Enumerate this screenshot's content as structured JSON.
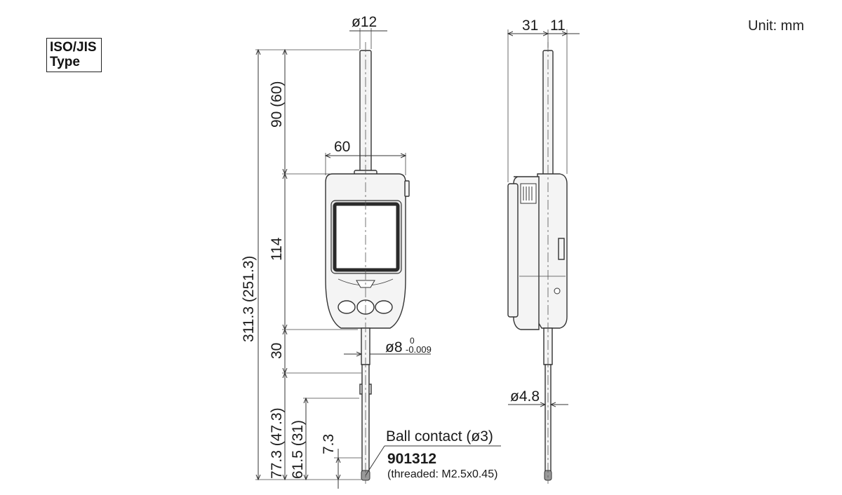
{
  "badge": {
    "line1": "ISO/JIS",
    "line2": "Type"
  },
  "unit_label": "Unit: mm",
  "dimensions": {
    "stem_dia": "ø12",
    "width": "60",
    "overall_height": "311.3 (251.3)",
    "top_length": "90 (60)",
    "body_height": "114",
    "neck_length": "30",
    "spindle_dia_main": "ø8",
    "spindle_tol_upper": "0",
    "spindle_tol_lower": "-0.009",
    "lower_length": "77.3 (47.3)",
    "stroke_length": "61.5 (31)",
    "tip_length": "7.3",
    "side_depth": "31",
    "side_offset": "11",
    "side_spindle_dia": "ø4.8"
  },
  "annotations": {
    "ball_contact": "Ball contact (ø3)",
    "part_number": "901312",
    "thread_note": "(threaded: M2.5x0.45)"
  },
  "colors": {
    "line": "#333333",
    "body_fill": "#f4f4f4",
    "screen_border": "#2a2a2a"
  }
}
